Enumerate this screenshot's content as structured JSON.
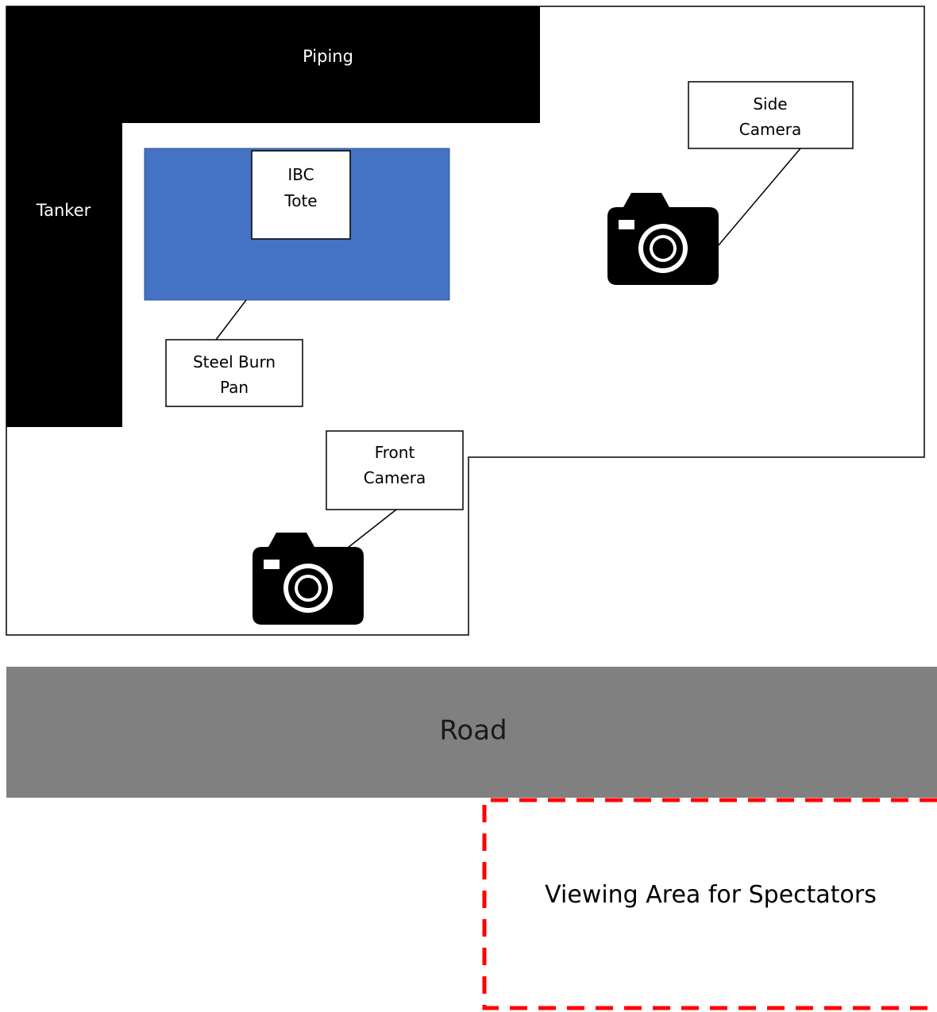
{
  "diagram": {
    "piping": {
      "label": "Piping"
    },
    "tanker": {
      "label": "Tanker"
    },
    "ibc_tote": {
      "label_line1": "IBC",
      "label_line2": "Tote"
    },
    "steel_burn_pan": {
      "label_line1": "Steel Burn",
      "label_line2": "Pan"
    },
    "side_camera": {
      "label_line1": "Side",
      "label_line2": "Camera"
    },
    "front_camera": {
      "label_line1": "Front",
      "label_line2": "Camera"
    },
    "road": {
      "label": "Road"
    },
    "viewing_area": {
      "label": "Viewing Area for Spectators"
    }
  },
  "colors": {
    "structure_black": "#000000",
    "burn_pan_blue": "#4472c4",
    "road_gray": "#808080",
    "viewing_dash_red": "#ff0000"
  },
  "icons": [
    "camera-icon"
  ]
}
